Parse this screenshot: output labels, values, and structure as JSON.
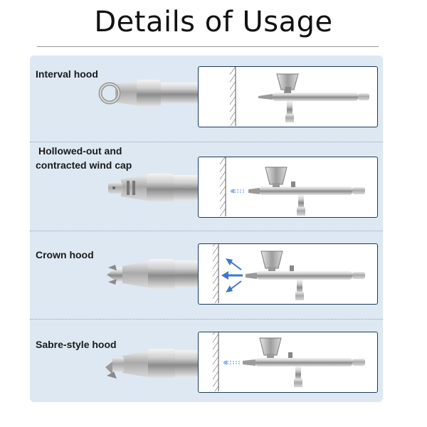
{
  "page": {
    "title": "Details of Usage"
  },
  "rows": [
    {
      "label_lines": [
        "Interval hood"
      ],
      "hood": "interval-hood",
      "airflow": "none"
    },
    {
      "label_lines": [
        "Hollowed-out and",
        "contracted wind cap"
      ],
      "hood": "hollowed-wind-cap",
      "airflow": "fine-mist"
    },
    {
      "label_lines": [
        "Crown hood"
      ],
      "hood": "crown-hood",
      "airflow": "strong-spread"
    },
    {
      "label_lines": [
        "Sabre-style hood"
      ],
      "hood": "sabre-hood",
      "airflow": "fine-mist"
    }
  ],
  "colors": {
    "panel": "#dde8f2",
    "frame_border": "#1d3a5c",
    "airflow_arrow": "#3c78c8",
    "separator": "#8aa3bf"
  }
}
